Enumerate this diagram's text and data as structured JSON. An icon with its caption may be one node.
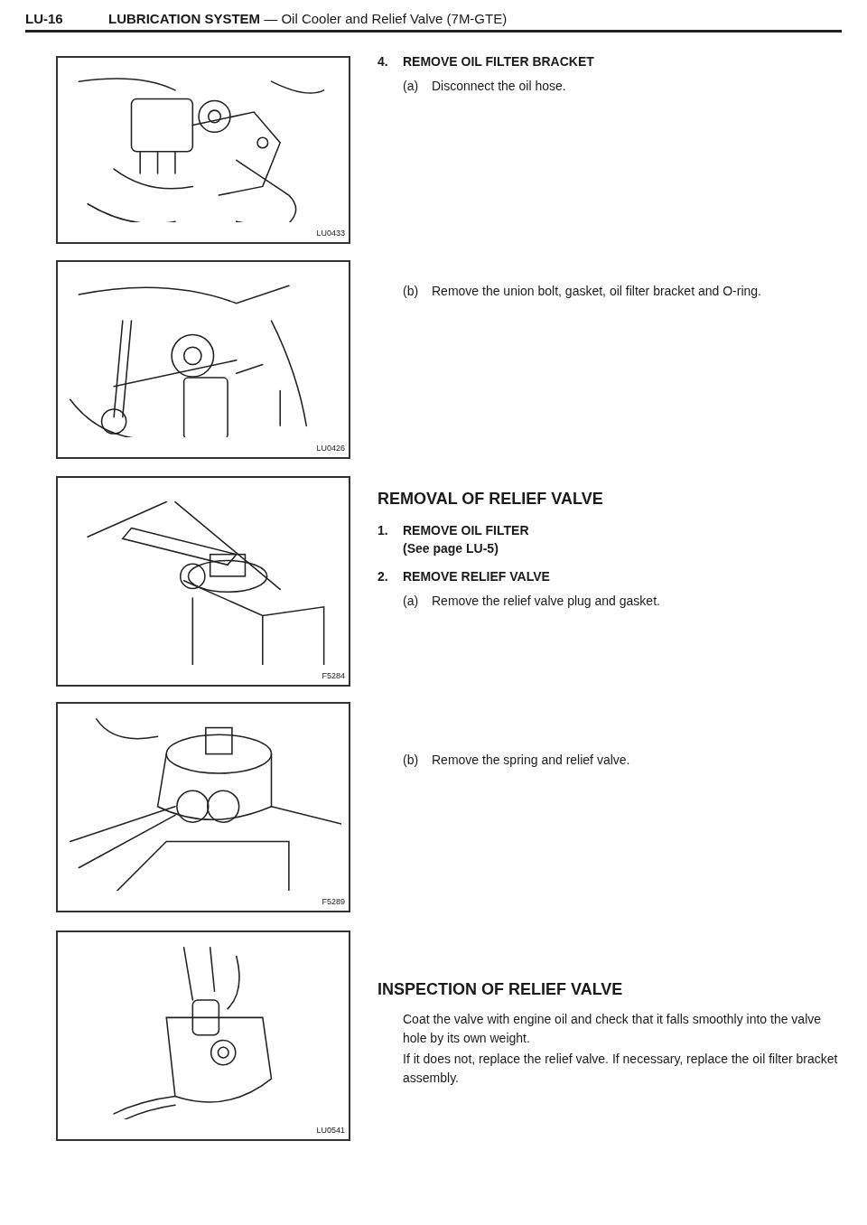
{
  "diagram": {
    "title": "**LUBRICATION SYSTEM** — Oil Cooler and Relief Valve (7M-GTE)",
    "labels": [
      "LU-16",
      "4.",
      "REMOVE OIL FILTER BRACKET",
      "(a)",
      "Disconnect the oil hose.",
      "LU0433",
      "(b)",
      "Remove the union bolt, gasket, oil filter bracket and O-ring.",
      "LU0426",
      "REMOVAL OF RELIEF VALVE",
      "1.",
      "REMOVE OIL FILTER (See page LU-5)",
      "2.",
      "REMOVE RELIEF VALVE",
      "(a)",
      "Remove the relief valve plug and gasket.",
      "F5284",
      "(b)",
      "Remove the spring and relief valve.",
      "F5289",
      "INSPECTION OF RELIEF VALVE",
      "Coat the valve with engine oil and check that it falls smoothly into the valve hole by its own weight.",
      "If it does not, replace the relief valve. If necessary, replace the oil filter bracket assembly.",
      "LU0541"
    ]
  }
}
